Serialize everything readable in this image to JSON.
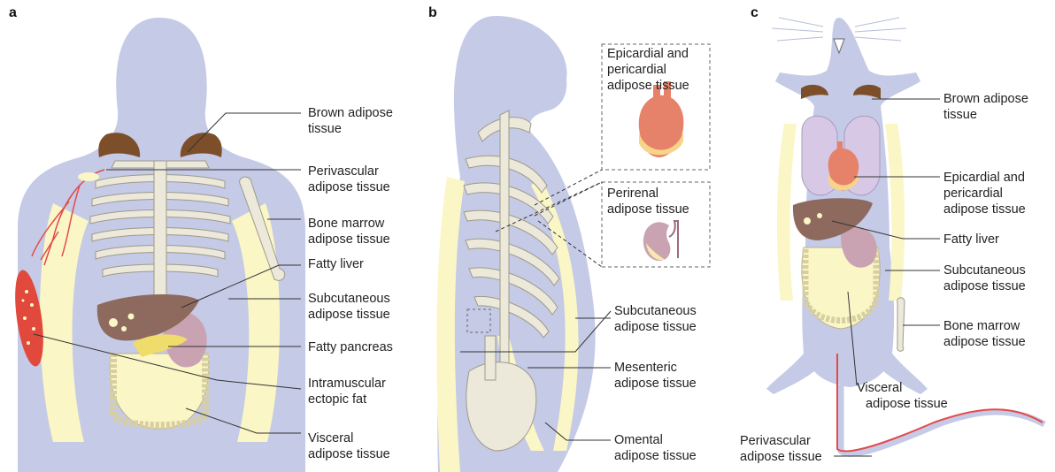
{
  "panels": [
    "a",
    "b",
    "c"
  ],
  "labels_a": {
    "brown": [
      "Brown adipose",
      "tissue"
    ],
    "perivascular": [
      "Perivascular",
      "adipose tissue"
    ],
    "bone_marrow": [
      "Bone marrow",
      "adipose tissue"
    ],
    "fatty_liver": [
      "Fatty liver"
    ],
    "subcutaneous": [
      "Subcutaneous",
      "adipose tissue"
    ],
    "fatty_pancreas": [
      "Fatty pancreas"
    ],
    "intramuscular": [
      "Intramuscular",
      "ectopic fat"
    ],
    "visceral": [
      "Visceral",
      "adipose tissue"
    ]
  },
  "labels_b": {
    "epicardial": [
      "Epicardial and",
      "pericardial",
      "adipose tissue"
    ],
    "perirenal": [
      "Perirenal",
      "adipose tissue"
    ],
    "subcutaneous": [
      "Subcutaneous",
      "adipose tissue"
    ],
    "mesenteric": [
      "Mesenteric",
      "adipose tissue"
    ],
    "omental": [
      "Omental",
      "adipose tissue"
    ]
  },
  "labels_c": {
    "brown": [
      "Brown adipose",
      "tissue"
    ],
    "epicardial": [
      "Epicardial and",
      "pericardial",
      "adipose tissue"
    ],
    "fatty_liver": [
      "Fatty liver"
    ],
    "subcutaneous": [
      "Subcutaneous",
      "adipose tissue"
    ],
    "bone_marrow": [
      "Bone marrow",
      "adipose tissue"
    ],
    "visceral": [
      "Visceral",
      "adipose tissue"
    ],
    "perivascular": [
      "Perivascular",
      "adipose tissue"
    ]
  },
  "colors": {
    "body": "#c5cae6",
    "fat": "#fbf6c6",
    "bone": "#ece9da",
    "bone_stroke": "#9d9a88",
    "brown_fat": "#7c4e2a",
    "liver": "#8e6a5e",
    "stomach": "#c9a3b2",
    "muscle": "#e0493c",
    "vessel": "#e24b4b"
  }
}
